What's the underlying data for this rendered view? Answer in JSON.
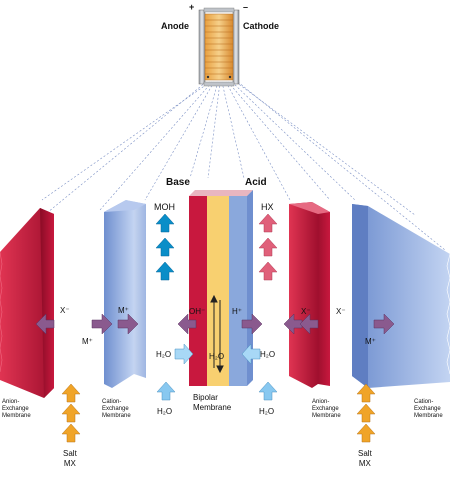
{
  "top": {
    "anode_label": "Anode",
    "cathode_label": "Cathode",
    "plus_sign": "+",
    "minus_sign": "–"
  },
  "compartments": {
    "base_title": "Base",
    "acid_title": "Acid",
    "base_product": "MOH",
    "acid_product": "HX"
  },
  "ions": {
    "x_minus_left": "X⁻",
    "m_plus_left_a": "M⁺",
    "m_plus_left_b": "M⁺",
    "oh_minus": "OH⁻",
    "h_plus": "H⁺",
    "x_minus_right_a": "X⁻",
    "x_minus_right_b": "X⁻",
    "m_plus_right": "M⁺"
  },
  "water": {
    "h2o_left": "H₂O",
    "h2o_center": "H₂O",
    "h2o_right": "H₂O",
    "h2o_bottom_left": "H₂O",
    "h2o_bottom_right": "H₂O"
  },
  "membranes": {
    "anion_left": [
      "Anion-",
      "Exchange",
      "Membrane"
    ],
    "cation_left": [
      "Cation-",
      "Exchange",
      "Membrane"
    ],
    "bipolar": [
      "Bipolar",
      "Membrane"
    ],
    "anion_right": [
      "Anion-",
      "Exchange",
      "Membrane"
    ],
    "cation_right": [
      "Cation-",
      "Exchange",
      "Membrane"
    ]
  },
  "feeds": {
    "salt_left": [
      "Salt",
      "MX"
    ],
    "salt_right": [
      "Salt",
      "MX"
    ]
  },
  "colors": {
    "anion_membrane": "#c8183e",
    "cation_membrane": "#8aa8dc",
    "bipolar_core": "#f8d070",
    "base_arrow": "#0a8ec8",
    "acid_arrow": "#e0607a",
    "salt_arrow": "#f0a428",
    "water_arrow": "#88c8f0",
    "ion_arrow": "#8a5a8e"
  }
}
